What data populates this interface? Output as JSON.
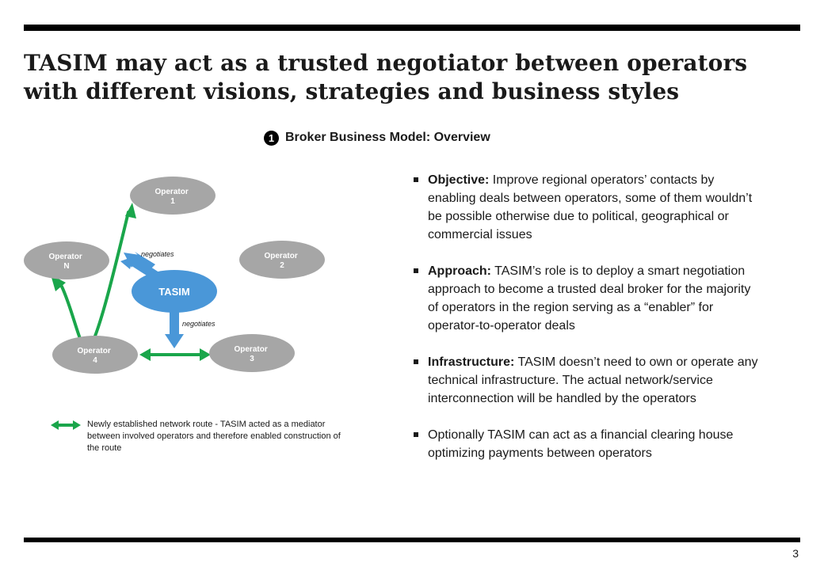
{
  "slide": {
    "title": "TASIM may act as a trusted negotiator between operators with different visions, strategies and business styles",
    "page_number": "3"
  },
  "section": {
    "number": "1",
    "heading": "Broker Business Model: Overview"
  },
  "diagram": {
    "center": {
      "label": "TASIM"
    },
    "operators": [
      {
        "line1": "Operator",
        "line2": "1"
      },
      {
        "line1": "Operator",
        "line2": "2"
      },
      {
        "line1": "Operator",
        "line2": "3"
      },
      {
        "line1": "Operator",
        "line2": "4"
      },
      {
        "line1": "Operator",
        "line2": "N"
      }
    ],
    "negotiates_labels": [
      "negotiates",
      "negotiates"
    ],
    "colors": {
      "operator_fill": "#a6a6a6",
      "tasim_fill": "#4a97d8",
      "route_green": "#1aa64b"
    }
  },
  "legend": {
    "text": "Newly established network route - TASIM acted as a mediator between involved operators and therefore enabled construction of the route"
  },
  "bullets": [
    {
      "lead": "Objective:",
      "text": " Improve regional operators’ contacts by enabling deals between operators, some of them wouldn’t be possible otherwise due to political, geographical or commercial issues"
    },
    {
      "lead": "Approach:",
      "text": " TASIM’s role is to deploy a smart negotiation approach to become a trusted deal broker for the majority of operators in the region serving as a “enabler” for operator-to-operator deals"
    },
    {
      "lead": "Infrastructure:",
      "text": " TASIM doesn’t need to own or operate any technical infrastructure. The actual network/service interconnection will be handled by the operators"
    },
    {
      "lead": "",
      "text": "Optionally TASIM can act as a financial clearing house optimizing payments between operators"
    }
  ]
}
